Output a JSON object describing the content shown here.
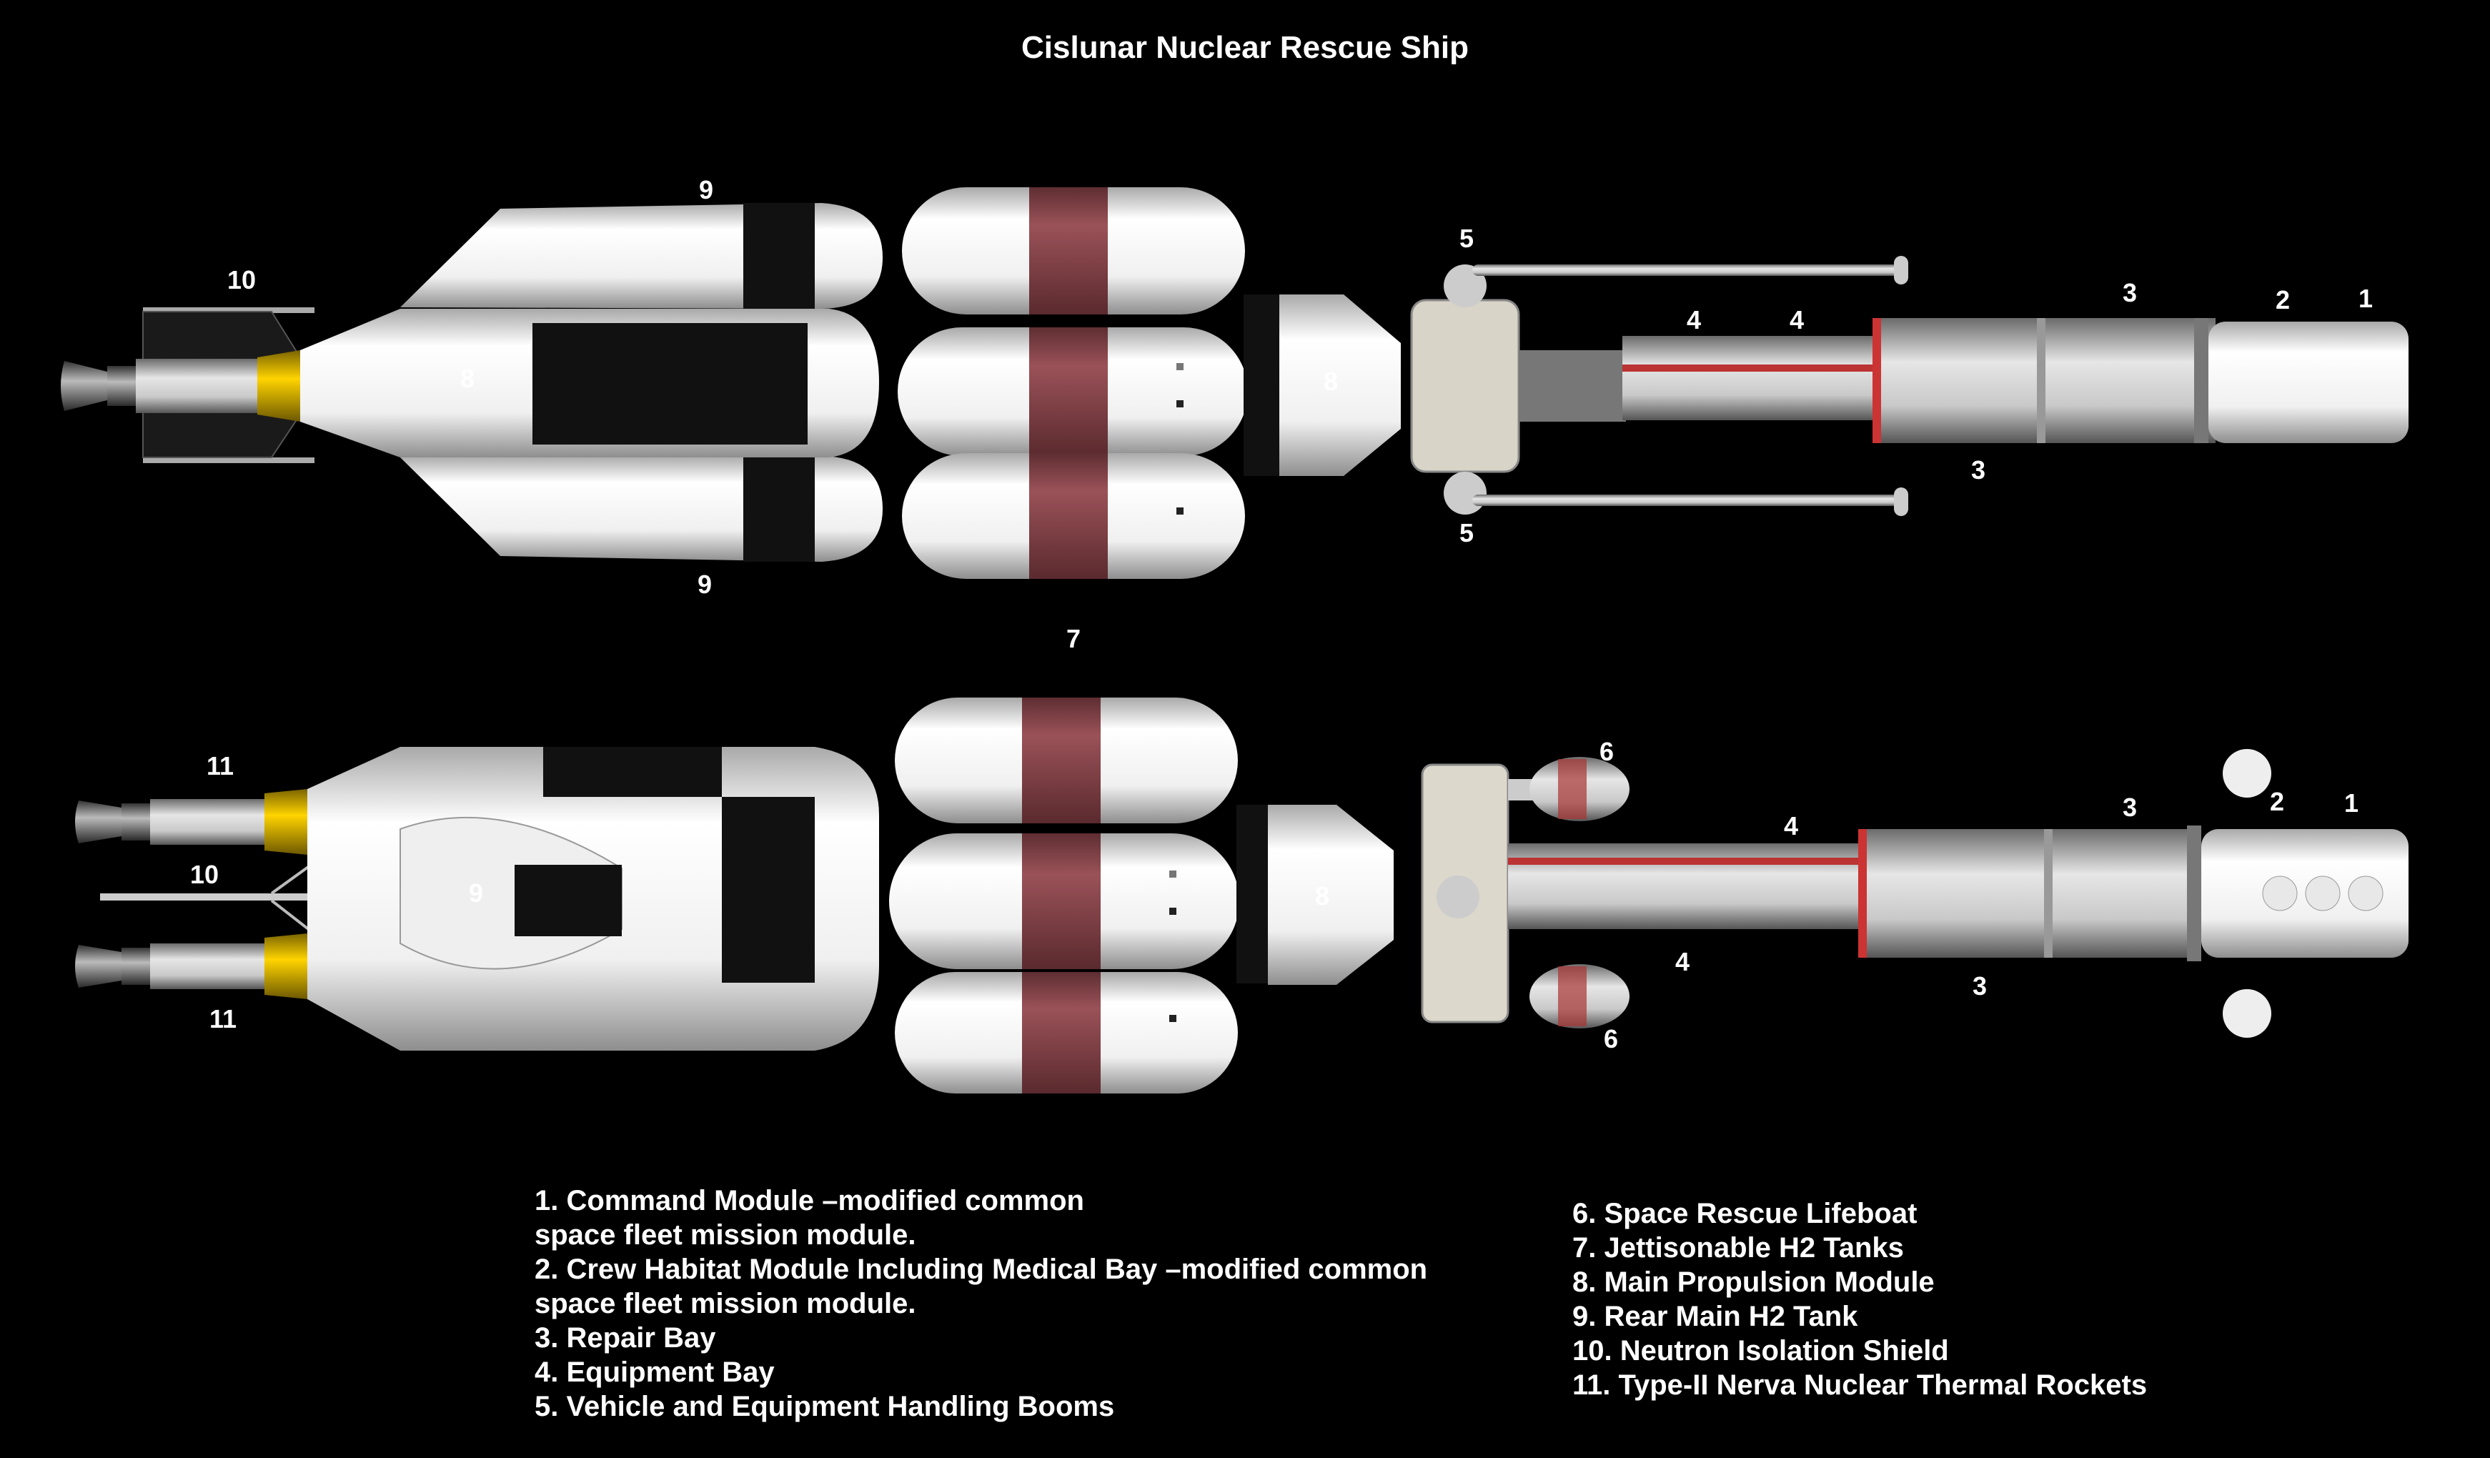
{
  "title": "Cislunar Nuclear Rescue Ship",
  "colors": {
    "background": "#000000",
    "hull": "#f2f2f2",
    "band": "#8e4a4f",
    "dark_section": "#111111",
    "engine_ring": "#d9b800"
  },
  "callouts": {
    "top": [
      "10",
      "9",
      "8",
      "8",
      "5",
      "4",
      "4",
      "3",
      "2",
      "1",
      "3",
      "5",
      "9"
    ],
    "middle": [
      "7"
    ],
    "bottom": [
      "11",
      "10",
      "9",
      "11",
      "8",
      "6",
      "4",
      "3",
      "2",
      "1",
      "4",
      "6",
      "3"
    ]
  },
  "legend_left": [
    "1. Command Module –modified common",
    "space fleet mission module.",
    "2. Crew Habitat Module Including Medical Bay –modified common",
    "space fleet mission module.",
    "3. Repair Bay",
    "4. Equipment Bay",
    "5. Vehicle and Equipment Handling Booms"
  ],
  "legend_right": [
    "6. Space Rescue Lifeboat",
    "7. Jettisonable H2 Tanks",
    "8. Main Propulsion Module",
    "9. Rear Main H2 Tank",
    "10. Neutron Isolation Shield",
    "11. Type-II Nerva Nuclear Thermal Rockets"
  ]
}
